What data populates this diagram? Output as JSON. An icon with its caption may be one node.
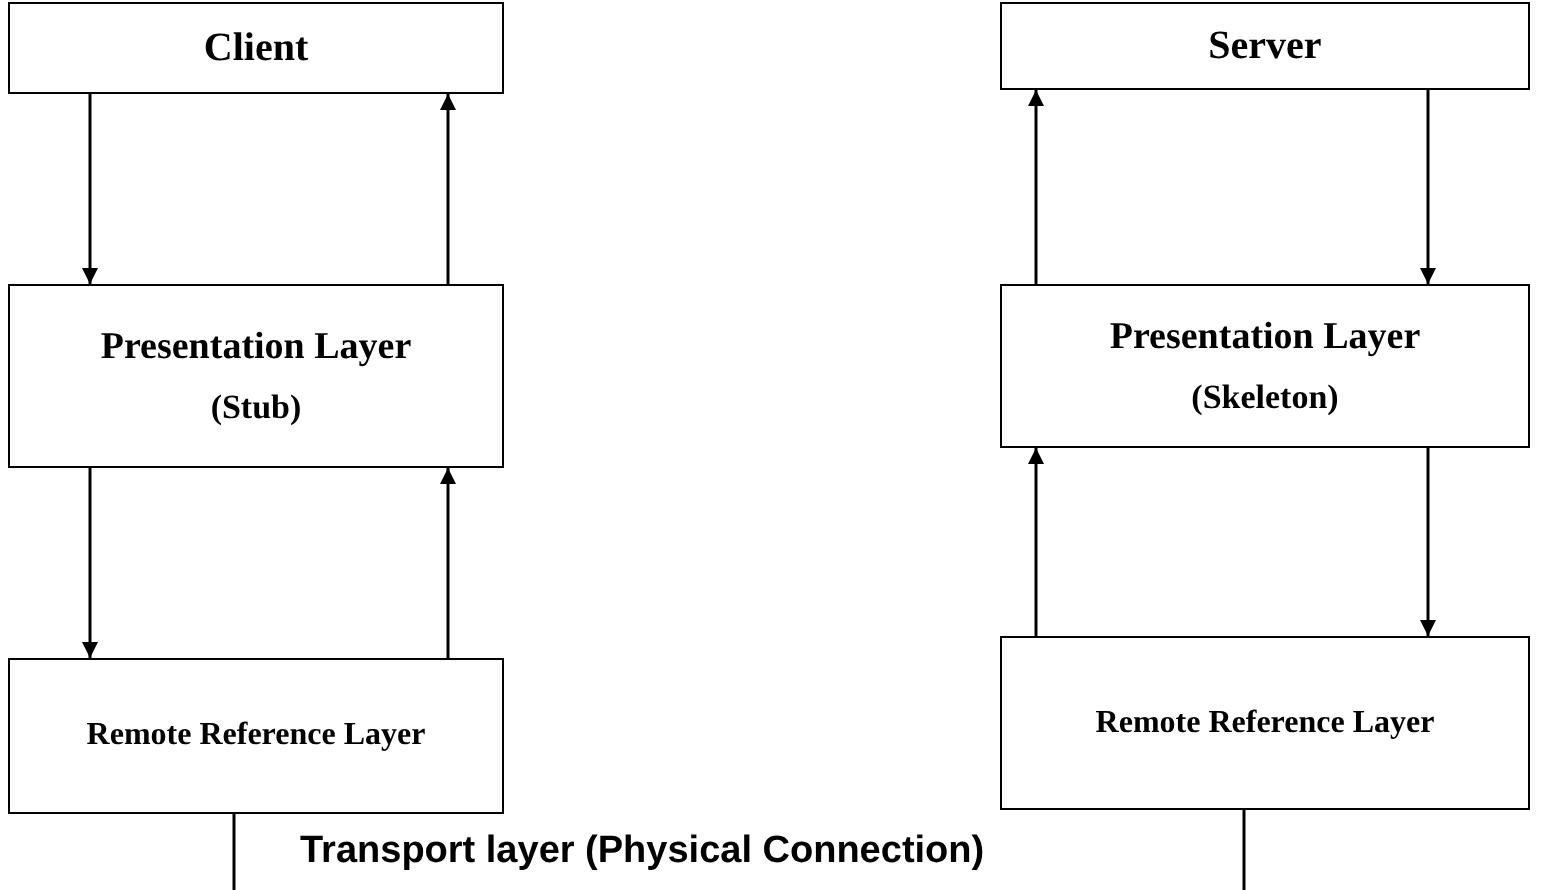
{
  "diagram": {
    "nodes": [
      {
        "text": [
          "Client"
        ]
      },
      {
        "text": [
          "Presentation Layer",
          "(Stub)"
        ]
      },
      {
        "text": [
          "Remote Reference Layer"
        ]
      },
      {
        "text": [
          "Server"
        ]
      },
      {
        "text": [
          "Presentation Layer",
          "(Skeleton)"
        ]
      },
      {
        "text": [
          "Remote Reference Layer"
        ]
      }
    ],
    "edges": [
      {
        "from": 0,
        "to": 1,
        "arrow": "to"
      },
      {
        "from": 1,
        "to": 0,
        "arrow": "to"
      },
      {
        "from": 1,
        "to": 2,
        "arrow": "to"
      },
      {
        "from": 2,
        "to": 1,
        "arrow": "to"
      },
      {
        "from": 4,
        "to": 3,
        "arrow": "to"
      },
      {
        "from": 3,
        "to": 4,
        "arrow": "to"
      },
      {
        "from": 5,
        "to": 4,
        "arrow": "to"
      },
      {
        "from": 4,
        "to": 5,
        "arrow": "to"
      },
      {
        "from": 2,
        "to": null,
        "arrow": "none"
      },
      {
        "from": 5,
        "to": null,
        "arrow": "none"
      }
    ],
    "labels": [
      "Transport layer (Physical Connection)"
    ]
  }
}
